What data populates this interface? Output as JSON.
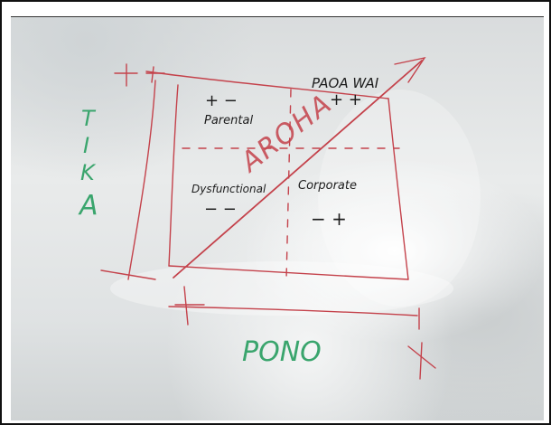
{
  "whiteboard": {
    "quadrants": {
      "top_left_signs": "+ −",
      "top_left_label": "Parental",
      "top_right_label": "PAOA WAI",
      "top_right_signs": "+ +",
      "bottom_left_label": "Dysfunctional",
      "bottom_left_signs": "− −",
      "bottom_right_label": "Corporate",
      "bottom_right_signs": "− +"
    },
    "diagonal_label": "AROHA",
    "vertical_axis": [
      "T",
      "I",
      "K",
      "A"
    ],
    "horizontal_axis": "PONO"
  },
  "colors": {
    "red_marker": "#c4424b",
    "green_marker": "#3aa56d",
    "black_marker": "#1c1c1c"
  }
}
